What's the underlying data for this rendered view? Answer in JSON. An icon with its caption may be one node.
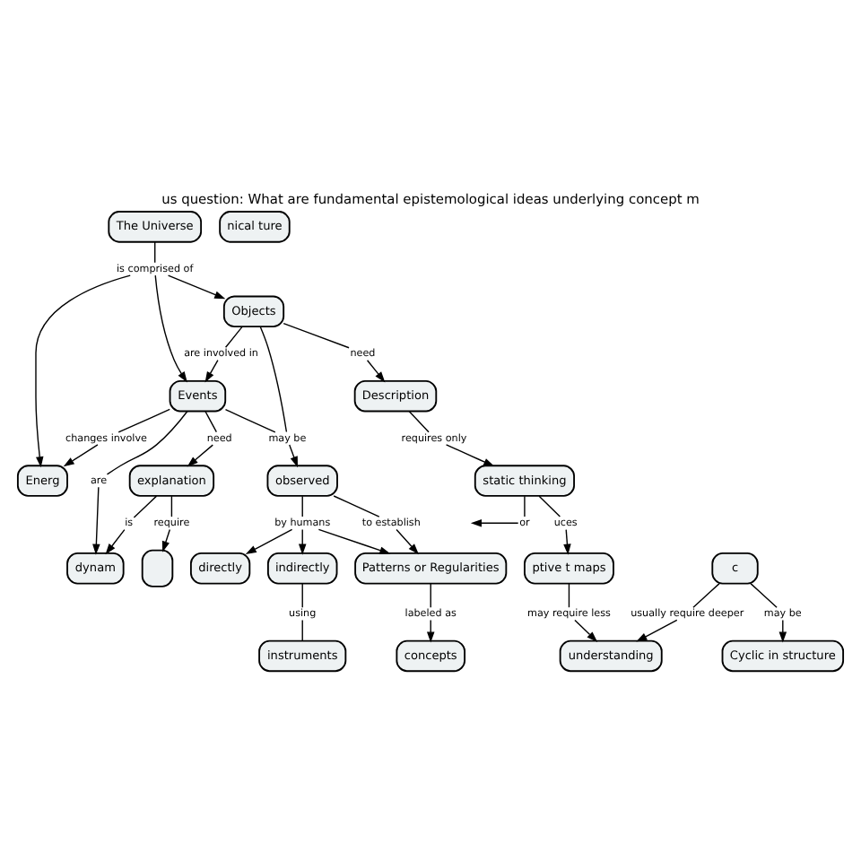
{
  "diagram": {
    "title": "us question: What are fundamental epistemological ideas underlying concept m",
    "nodes": [
      {
        "text": [
          "The Universe"
        ]
      },
      {
        "text": [
          "is comprised of"
        ]
      },
      {
        "text": [
          "static thinking"
        ]
      },
      {
        "text": [
          "Objects"
        ]
      },
      {
        "text": [
          "are involved in"
        ]
      },
      {
        "text": [
          "Events"
        ]
      },
      {
        "text": [
          "changes involve"
        ]
      },
      {
        "text": [
          "Energ"
        ]
      },
      {
        "text": [
          "or"
        ]
      },
      {
        "text": [
          "need"
        ]
      },
      {
        "text": [
          "Description"
        ]
      },
      {
        "text": [
          "requires only"
        ]
      },
      {
        "text": [
          "uces"
        ]
      },
      {
        "text": [
          "are"
        ]
      },
      {
        "text": [
          "dynam"
        ]
      },
      {
        "text": [
          "may be"
        ]
      },
      {
        "text": [
          "need"
        ]
      },
      {
        "text": [
          "ptive t maps"
        ]
      },
      {
        "text": [
          "directly"
        ]
      },
      {
        "text": [
          "by humans"
        ]
      },
      {
        "text": [
          "observed"
        ]
      },
      {
        "text": [
          "is"
        ]
      },
      {
        "text": [
          "explanation"
        ]
      },
      {
        "text": [
          "indirectly"
        ]
      },
      {
        "text": [
          "to establish"
        ]
      },
      {
        "text": [
          "require"
        ]
      },
      {
        "text": [],
        "shape": "box"
      },
      {
        "text": [
          "may require less"
        ]
      },
      {
        "text": [
          "using"
        ]
      },
      {
        "text": [
          "instruments"
        ]
      },
      {
        "text": [
          "concepts"
        ]
      },
      {
        "text": [
          "labeled as"
        ]
      },
      {
        "text": [
          "Patterns or Regularities"
        ]
      },
      {
        "text": [
          "nical ture"
        ]
      },
      {
        "text": [
          "usually require deeper"
        ]
      },
      {
        "text": [
          "understanding"
        ]
      },
      {
        "text": [
          "Cyclic in structure"
        ]
      },
      {
        "text": [
          "may be"
        ]
      },
      {
        "text": [
          "c"
        ]
      }
    ],
    "edges": [
      {
        "from": 0,
        "to": 1,
        "arrow": "none"
      },
      {
        "from": 1,
        "to": 3,
        "arrow": "to"
      },
      {
        "from": 1,
        "to": 5,
        "arrow": "to"
      },
      {
        "from": 1,
        "to": 7,
        "arrow": "to"
      },
      {
        "from": 3,
        "to": 4,
        "arrow": "none"
      },
      {
        "from": 4,
        "to": 5,
        "arrow": "to"
      },
      {
        "from": 5,
        "to": 6,
        "arrow": "none"
      },
      {
        "from": 6,
        "to": 7,
        "arrow": "to"
      },
      {
        "from": 2,
        "to": 8,
        "arrow": "none"
      },
      {
        "from": 8,
        "to": null,
        "arrow": "to"
      },
      {
        "from": 3,
        "to": 9,
        "arrow": "none"
      },
      {
        "from": 9,
        "to": 10,
        "arrow": "to"
      },
      {
        "from": 10,
        "to": 11,
        "arrow": "none"
      },
      {
        "from": 11,
        "to": 2,
        "arrow": "to"
      },
      {
        "from": 2,
        "to": 12,
        "arrow": "none"
      },
      {
        "from": 12,
        "to": 17,
        "arrow": "to"
      },
      {
        "from": 5,
        "to": 13,
        "arrow": "none"
      },
      {
        "from": 13,
        "to": 14,
        "arrow": "to"
      },
      {
        "from": 3,
        "to": 15,
        "arrow": "none"
      },
      {
        "from": 5,
        "to": 15,
        "arrow": "none"
      },
      {
        "from": 15,
        "to": 20,
        "arrow": "to"
      },
      {
        "from": 5,
        "to": 16,
        "arrow": "none"
      },
      {
        "from": 16,
        "to": 22,
        "arrow": "to"
      },
      {
        "from": 22,
        "to": 21,
        "arrow": "none"
      },
      {
        "from": 21,
        "to": 14,
        "arrow": "to"
      },
      {
        "from": 20,
        "to": 19,
        "arrow": "none"
      },
      {
        "from": 19,
        "to": 18,
        "arrow": "to"
      },
      {
        "from": 19,
        "to": 23,
        "arrow": "to"
      },
      {
        "from": 19,
        "to": 32,
        "arrow": "to"
      },
      {
        "from": 20,
        "to": 24,
        "arrow": "none"
      },
      {
        "from": 24,
        "to": 32,
        "arrow": "to"
      },
      {
        "from": 22,
        "to": 25,
        "arrow": "none"
      },
      {
        "from": 25,
        "to": 26,
        "arrow": "to"
      },
      {
        "from": 17,
        "to": 27,
        "arrow": "none"
      },
      {
        "from": 27,
        "to": 35,
        "arrow": "to"
      },
      {
        "from": 23,
        "to": 28,
        "arrow": "none"
      },
      {
        "from": 28,
        "to": 29,
        "arrow": "none"
      },
      {
        "from": 32,
        "to": 31,
        "arrow": "none"
      },
      {
        "from": 31,
        "to": 30,
        "arrow": "to"
      },
      {
        "from": 38,
        "to": 34,
        "arrow": "none"
      },
      {
        "from": 34,
        "to": 35,
        "arrow": "to"
      },
      {
        "from": 38,
        "to": 37,
        "arrow": "none"
      },
      {
        "from": 37,
        "to": 36,
        "arrow": "to"
      }
    ]
  }
}
